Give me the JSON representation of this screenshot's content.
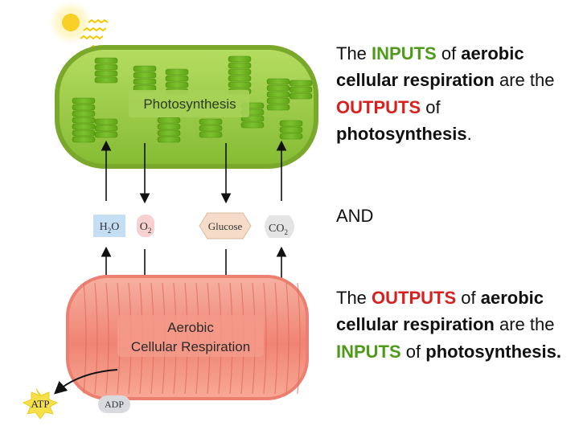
{
  "diagram": {
    "chloroplast_label": "Photosynthesis",
    "mitochondrion_label_line1": "Aerobic",
    "mitochondrion_label_line2": "Cellular Respiration",
    "molecules": {
      "water": {
        "main": "H",
        "sub": "2",
        "tail": "O"
      },
      "oxygen": {
        "main": "O",
        "sub": "2"
      },
      "glucose": "Glucose",
      "carbon_dioxide": {
        "main": "CO",
        "sub": "2"
      }
    },
    "atp": "ATP",
    "adp": "ADP",
    "icons": [
      "sun-icon",
      "light-rays-icon",
      "chloroplast-icon",
      "mitochondrion-icon",
      "arrow-up-icon",
      "arrow-down-icon",
      "atp-burst-icon"
    ],
    "colors": {
      "chloroplast_fill": "#9ccc44",
      "thylakoid": "#6aae1c",
      "mitochondrion_fill": "#f28a7a",
      "water_box": "#c4dff3",
      "oxygen_box": "#f8d0d0",
      "glucose_box": "#f6dcc8",
      "co2_box": "#e4e4e4",
      "atp_burst": "#f6e04a",
      "sun": "#f8d028"
    }
  },
  "statement1": {
    "p1": "The ",
    "inputs": "INPUTS",
    "p2": " of ",
    "aerobic": "aerobic",
    "p3": " ",
    "ccr": "cellular respiration",
    "p4": " are the ",
    "outputs": "OUTPUTS",
    "p5": " of ",
    "photo": "photosynthesis",
    "p6": "."
  },
  "connector": "AND",
  "statement2": {
    "p1": "The ",
    "outputs": "OUTPUTS",
    "p2": " of ",
    "aerobic": "aerobic",
    "p3": " ",
    "ccr": "cellular respiration",
    "p4": " are the ",
    "inputs": "INPUTS",
    "p5": " of ",
    "photo": "photosynthesis."
  }
}
